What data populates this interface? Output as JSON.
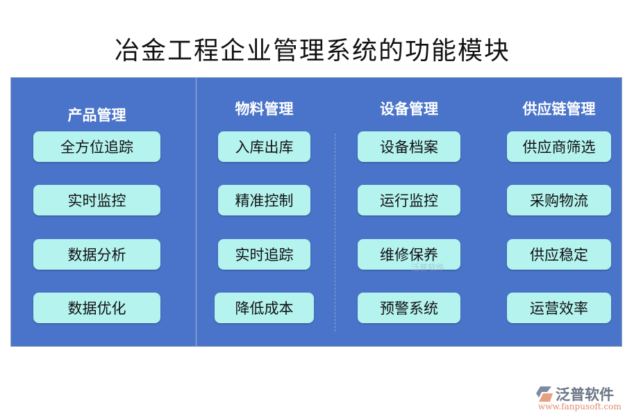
{
  "title": "冶金工程企业管理系统的功能模块",
  "columns": [
    {
      "heading": "产品管理",
      "items": [
        "全方位追踪",
        "实时监控",
        "数据分析",
        "数据优化"
      ]
    },
    {
      "heading": "物料管理",
      "items": [
        "入库出库",
        "精准控制",
        "实时追踪",
        "降低成本"
      ]
    },
    {
      "heading": "设备管理",
      "items": [
        "设备档案",
        "运行监控",
        "维修保养",
        "预警系统"
      ]
    },
    {
      "heading": "供应链管理",
      "items": [
        "供应商筛选",
        "采购物流",
        "供应稳定",
        "运营效率"
      ]
    }
  ],
  "watermark": "泛普软件",
  "logo": {
    "name": "泛普软件",
    "url": "www.fanpusoft.com"
  },
  "colors": {
    "panel": "#4a74c9",
    "button": "#b5f3ef"
  }
}
